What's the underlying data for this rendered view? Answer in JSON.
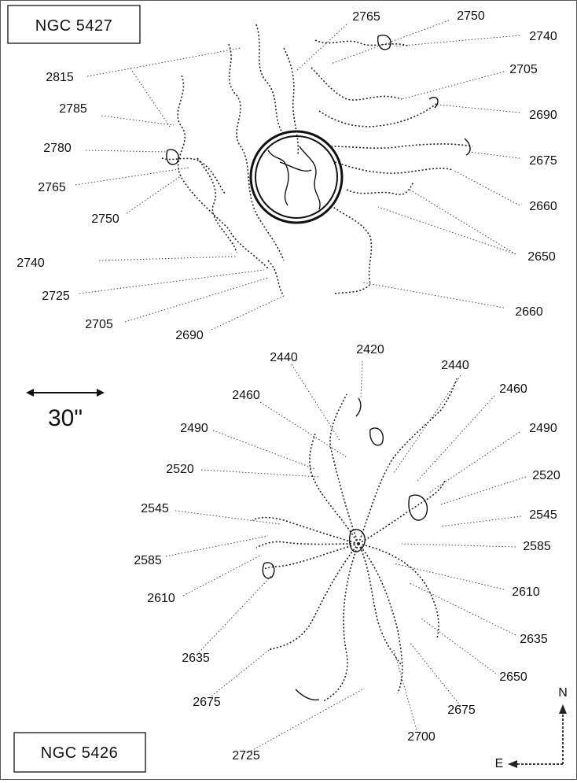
{
  "titles": {
    "top": "NGC 5427",
    "bottom": "NGC 5426"
  },
  "scale_bar": {
    "label": "30\""
  },
  "compass": {
    "north": "N",
    "east": "E"
  },
  "top_labels": [
    "2815",
    "2785",
    "2780",
    "2765",
    "2750",
    "2740",
    "2725",
    "2705",
    "2690",
    "2765",
    "2750",
    "2740",
    "2705",
    "2690",
    "2675",
    "2660",
    "2650",
    "2660"
  ],
  "bottom_labels": [
    "2440",
    "2420",
    "2440",
    "2460",
    "2460",
    "2490",
    "2490",
    "2520",
    "2520",
    "2545",
    "2545",
    "2585",
    "2585",
    "2610",
    "2610",
    "2635",
    "2635",
    "2675",
    "2650",
    "2675",
    "2700",
    "2725"
  ]
}
